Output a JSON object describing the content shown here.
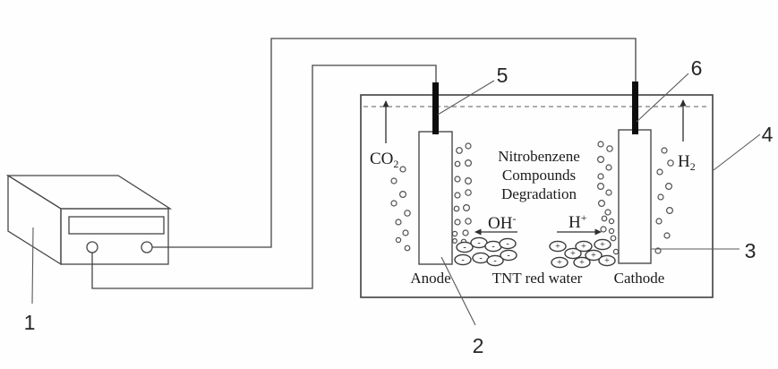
{
  "diagram": {
    "background_color": "#fefefe",
    "line_color": "#464646",
    "electrode_rod_color": "#0d0d0d",
    "gas_left": {
      "base": "CO",
      "sub": "2"
    },
    "gas_right": {
      "base": "H",
      "sub": "2"
    },
    "ion_left": {
      "base": "OH",
      "sup": "-"
    },
    "ion_right": {
      "base": "H",
      "sup": "+"
    },
    "center_caption": {
      "line1": "Nitrobenzene",
      "line2": "Compounds",
      "line3": "Degradation"
    },
    "anode_label": "Anode",
    "cathode_label": "Cathode",
    "solution_label": "TNT red water",
    "particle_charge_left": "-",
    "particle_charge_right": "+",
    "callouts": {
      "power_supply": "1",
      "anode": "2",
      "cathode": "3",
      "tank": "4",
      "anode_lead": "5",
      "cathode_lead": "6"
    }
  }
}
